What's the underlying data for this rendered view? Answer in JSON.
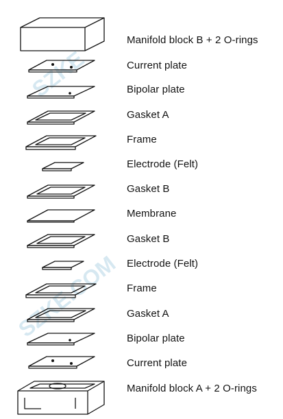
{
  "components": [
    {
      "label": "Manifold block B + 2 O-rings",
      "icon": "manifold-block-b-icon"
    },
    {
      "label": "Current plate",
      "icon": "current-plate-icon"
    },
    {
      "label": "Bipolar plate",
      "icon": "bipolar-plate-icon"
    },
    {
      "label": "Gasket A",
      "icon": "gasket-a-icon"
    },
    {
      "label": "Frame",
      "icon": "frame-icon"
    },
    {
      "label": "Electrode (Felt)",
      "icon": "electrode-felt-icon"
    },
    {
      "label": "Gasket B",
      "icon": "gasket-b-icon"
    },
    {
      "label": "Membrane",
      "icon": "membrane-icon"
    },
    {
      "label": "Gasket B",
      "icon": "gasket-b-icon"
    },
    {
      "label": "Electrode (Felt)",
      "icon": "electrode-felt-icon"
    },
    {
      "label": "Frame",
      "icon": "frame-icon"
    },
    {
      "label": "Gasket A",
      "icon": "gasket-a-icon"
    },
    {
      "label": "Bipolar plate",
      "icon": "bipolar-plate-icon"
    },
    {
      "label": "Current plate",
      "icon": "current-plate-icon"
    },
    {
      "label": "Manifold block A + 2 O-rings",
      "icon": "manifold-block-a-icon"
    }
  ]
}
